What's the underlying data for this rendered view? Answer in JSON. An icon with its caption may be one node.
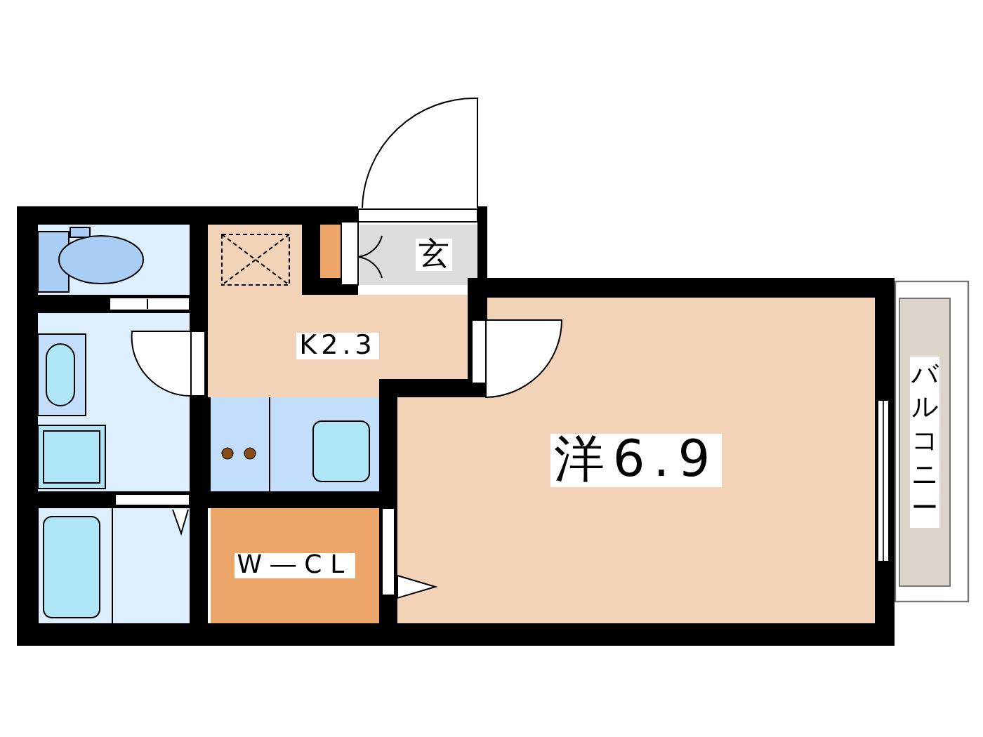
{
  "diagram": {
    "nodes": [
      {
        "text": [
          "玄"
        ]
      },
      {
        "text": [
          "K2.3"
        ]
      },
      {
        "text": [
          "洋6.9"
        ]
      },
      {
        "text": [
          "W―CL"
        ]
      },
      {
        "text": [
          "バルコニー"
        ]
      }
    ]
  }
}
